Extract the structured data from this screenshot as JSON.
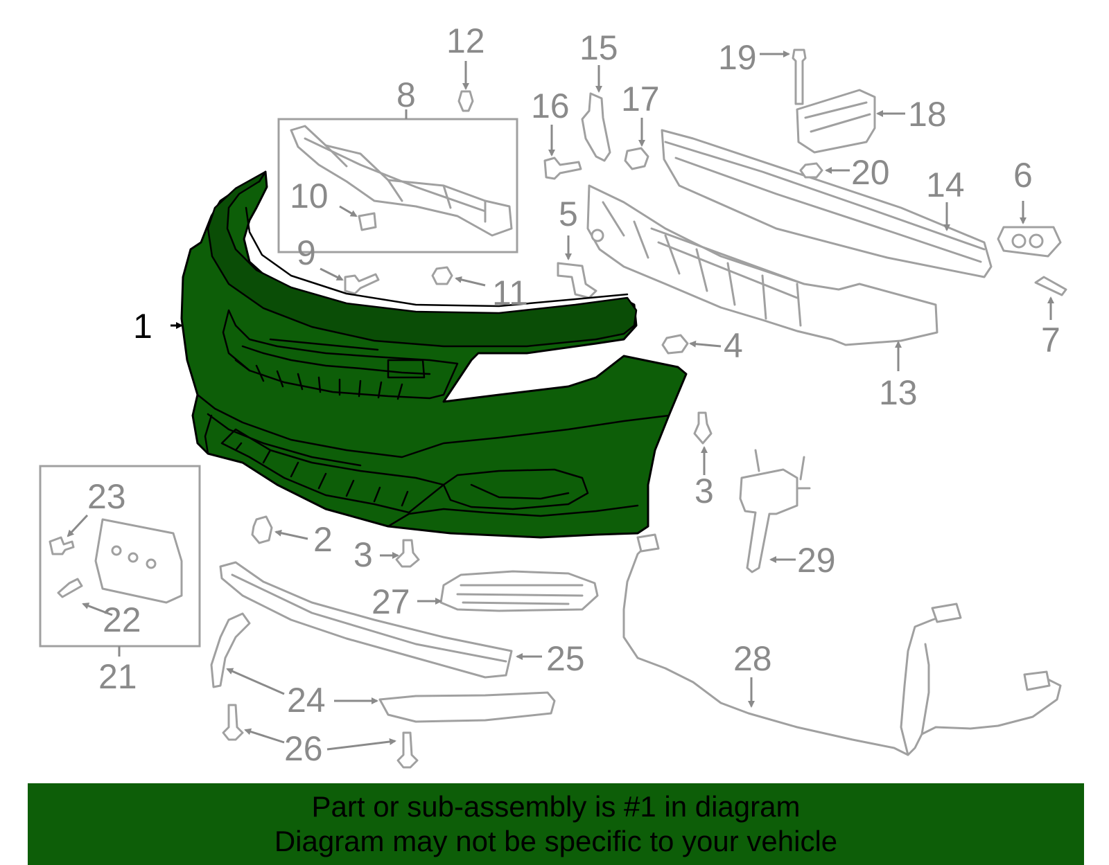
{
  "highlight_color": "#0d5e08",
  "highlighted_part": "1",
  "callouts": [
    "1",
    "2",
    "3",
    "3",
    "4",
    "5",
    "6",
    "7",
    "8",
    "9",
    "10",
    "11",
    "12",
    "13",
    "14",
    "15",
    "16",
    "17",
    "18",
    "19",
    "20",
    "21",
    "22",
    "23",
    "24",
    "25",
    "26",
    "27",
    "28",
    "29"
  ],
  "banner": {
    "line1": "Part or sub-assembly is #1 in diagram",
    "line2": "Diagram may not be specific to your vehicle"
  }
}
